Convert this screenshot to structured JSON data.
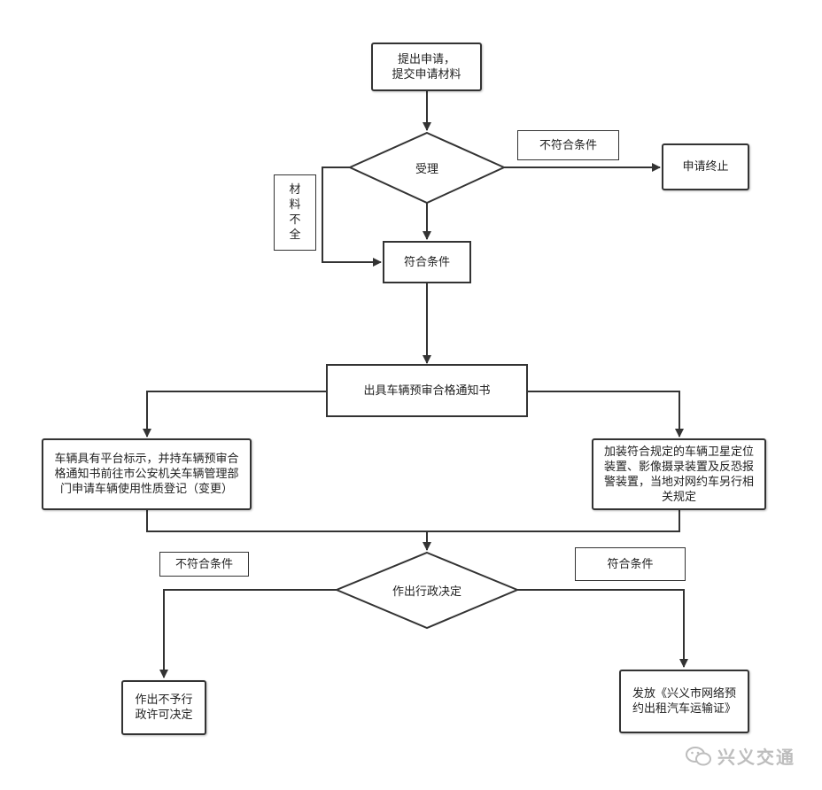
{
  "nodes": {
    "submit": "提出申请，\n提交申请材料",
    "accept": "受理",
    "terminate": "申请终止",
    "qualified": "符合条件",
    "notice": "出具车辆预审合格通知书",
    "left_step": "车辆具有平台标示，并持车辆预审合格通知书前往市公安机关车辆管理部门申请车辆使用性质登记（变更）",
    "right_step": "加装符合规定的车辆卫星定位装置、影像摄录装置及反恐报警装置，当地对网约车另行相关规定",
    "decision": "作出行政决定",
    "reject": "作出不予行政许可决定",
    "issue": "发放《兴义市网络预约出租汽车运输证》"
  },
  "labels": {
    "not_qualified_top": "不符合条件",
    "incomplete": [
      "材",
      "料",
      "不",
      "全"
    ],
    "not_qualified_bottom": "不符合条件",
    "qualified_bottom": "符合条件"
  },
  "watermark": {
    "text": "兴义交通",
    "icon": "wechat-icon"
  }
}
